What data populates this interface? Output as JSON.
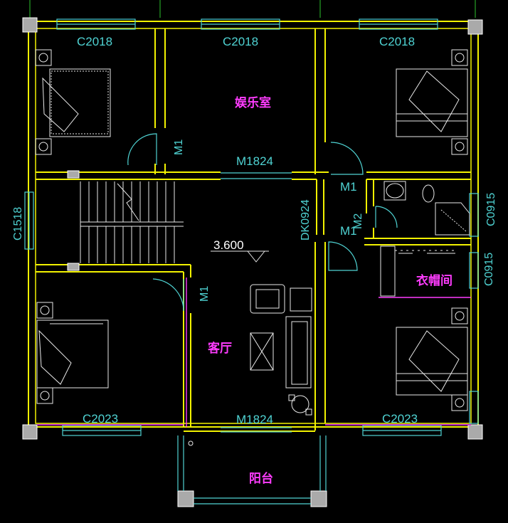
{
  "labels": {
    "w_top_left": "C2018",
    "w_top_mid": "C2018",
    "w_top_right": "C2018",
    "w_bot_left": "C2023",
    "w_bot_right": "C2023",
    "w_left": "C1518",
    "w_right_upper": "C0915",
    "w_right_lower": "C0915",
    "room_entertainment": "娱乐室",
    "room_living": "客厅",
    "room_closet": "衣帽间",
    "room_balcony": "阳台",
    "door_m1_top": "M1",
    "door_m1_left": "M1",
    "door_m1_right_a": "M1",
    "door_m1_right_b": "M1",
    "door_m2": "M2",
    "door_m1824_top": "M1824",
    "door_m1824_bot": "M1824",
    "opening_dk": "DK0924",
    "elevation": "3.600"
  },
  "colors": {
    "wall": "#f2f200",
    "window": "#4fd3d3",
    "room_text": "#ff3cff",
    "furniture": "#e8e8e8",
    "background": "#000000"
  }
}
